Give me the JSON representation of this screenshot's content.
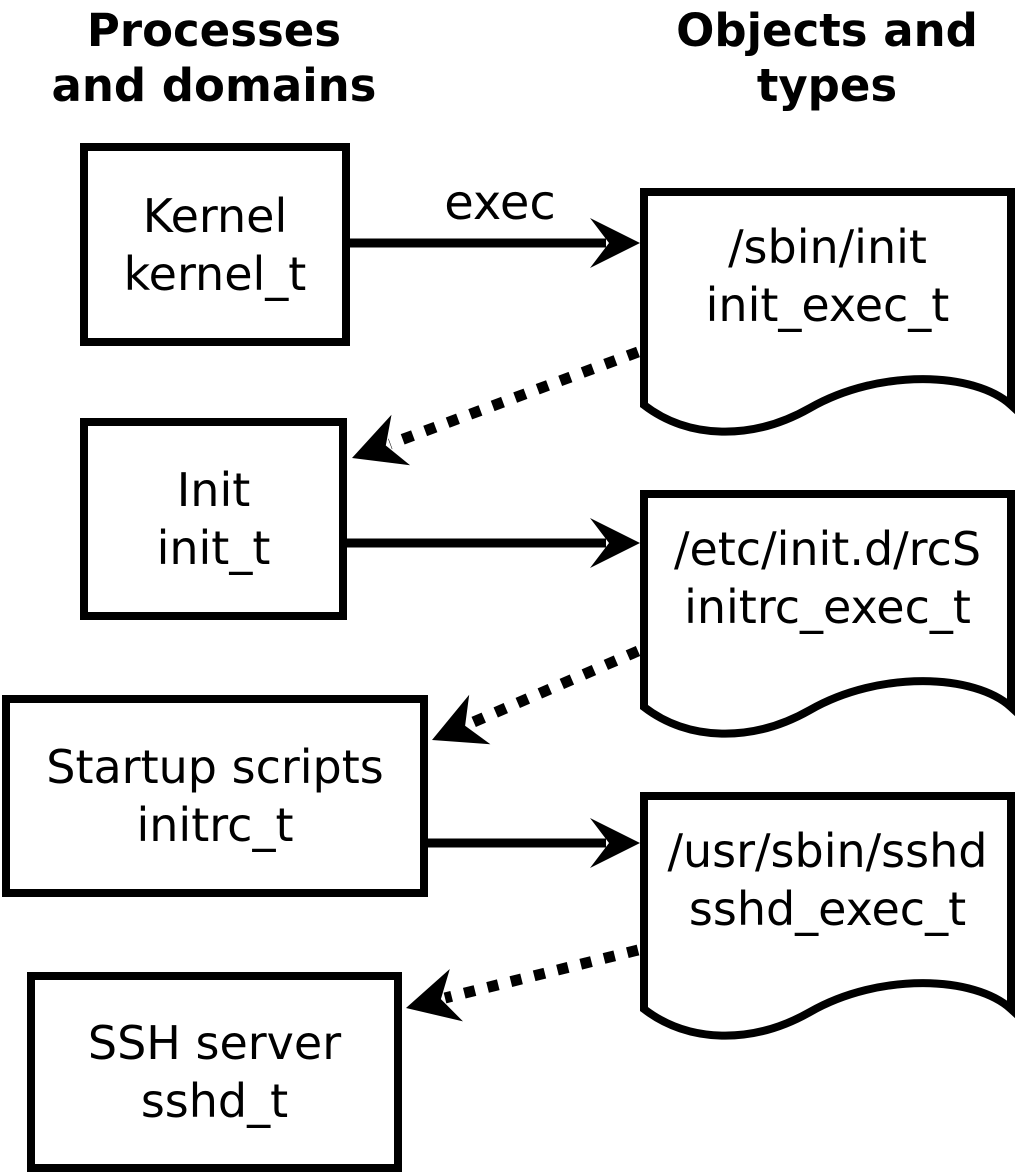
{
  "headers": {
    "left": {
      "line1": "Processes",
      "line2": "and domains"
    },
    "right": {
      "line1": "Objects and",
      "line2": "types"
    }
  },
  "processes": [
    {
      "name": "Kernel",
      "type": "kernel_t"
    },
    {
      "name": "Init",
      "type": "init_t"
    },
    {
      "name": "Startup scripts",
      "type": "initrc_t"
    },
    {
      "name": "SSH server",
      "type": "sshd_t"
    }
  ],
  "objects": [
    {
      "path": "/sbin/init",
      "type": "init_exec_t"
    },
    {
      "path": "/etc/init.d/rcS",
      "type": "initrc_exec_t"
    },
    {
      "path": "/usr/sbin/sshd",
      "type": "sshd_exec_t"
    }
  ],
  "arrows": {
    "exec_label": "exec",
    "solid": [
      {
        "from": "kernel_t",
        "to": "init_exec_t",
        "label": "exec"
      },
      {
        "from": "init_t",
        "to": "initrc_exec_t",
        "label": ""
      },
      {
        "from": "initrc_t",
        "to": "sshd_exec_t",
        "label": ""
      }
    ],
    "dotted": [
      {
        "from": "init_exec_t",
        "to": "init_t"
      },
      {
        "from": "initrc_exec_t",
        "to": "initrc_t"
      },
      {
        "from": "sshd_exec_t",
        "to": "sshd_t"
      }
    ]
  },
  "colors": {
    "ink": "#000000",
    "background": "#ffffff"
  }
}
